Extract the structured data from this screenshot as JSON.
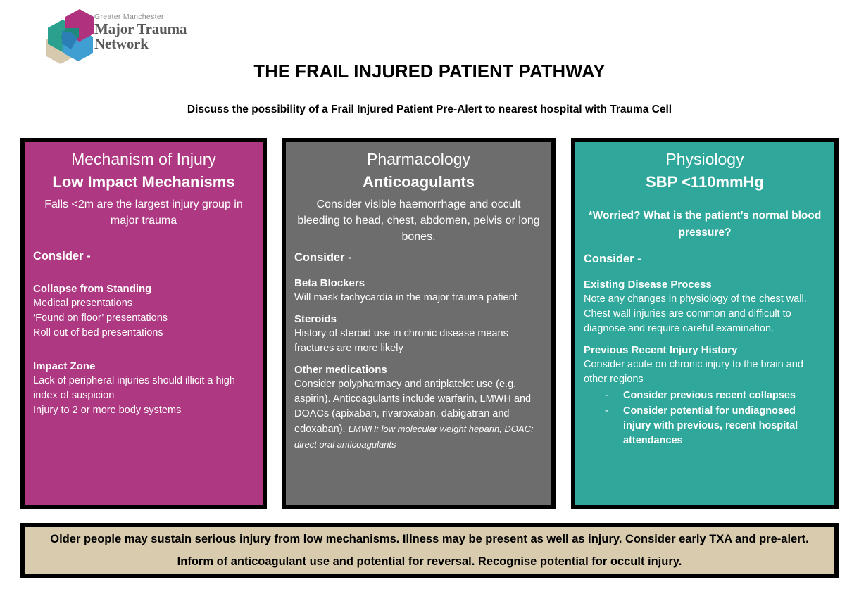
{
  "logo": {
    "small_line": "Greater Manchester",
    "big_line_1": "Major Trauma",
    "big_line_2": "Network",
    "colors": {
      "magenta": "#b0327e",
      "teal": "#2ba08f",
      "beige": "#d6c9ad",
      "blue": "#3f9fd2"
    }
  },
  "header": {
    "title": "THE FRAIL INJURED PATIENT PATHWAY",
    "subtitle": "Discuss the possibility of a Frail Injured Patient Pre-Alert to nearest hospital with Trauma Cell"
  },
  "columns": [
    {
      "id": "mechanism-of-injury",
      "accent": "#ae3881",
      "title": "Mechanism of Injury",
      "subtitle": "Low Impact Mechanisms",
      "lede": "Falls <2m are the largest injury group in major trauma",
      "lede_bold": false,
      "consider_label": "Consider -",
      "blocks": [
        {
          "heading": "Collapse from Standing",
          "body": "Medical presentations\n‘Found on floor’ presentations\nRoll out of bed presentations"
        },
        {
          "heading": "Impact Zone",
          "body": "Lack of peripheral injuries should illicit a high index of suspicion\nInjury to 2 or more body systems"
        }
      ],
      "bullets": []
    },
    {
      "id": "pharmacology",
      "accent": "#6d6d6d",
      "title": "Pharmacology",
      "subtitle": "Anticoagulants",
      "lede": "Consider visible haemorrhage and occult bleeding to head, chest, abdomen, pelvis or long bones.",
      "lede_bold": false,
      "consider_label": "Consider -",
      "blocks": [
        {
          "heading": "Beta Blockers",
          "body": "Will mask tachycardia in the major trauma patient"
        },
        {
          "heading": "Steroids",
          "body": "History of steroid use in chronic disease means fractures are more likely"
        },
        {
          "heading": "Other medications",
          "body": "Consider polypharmacy and antiplatelet use (e.g. aspirin). Anticoagulants include warfarin, LMWH and DOACs (apixaban, rivaroxaban, dabigatran and edoxaban). ",
          "body_italic": "LMWH: low molecular weight heparin, DOAC: direct oral anticoagulants"
        }
      ],
      "bullets": []
    },
    {
      "id": "physiology",
      "accent": "#2fa79b",
      "title": "Physiology",
      "subtitle": "SBP <110mmHg",
      "lede": "*Worried? What is the patient’s normal blood pressure?",
      "lede_bold": true,
      "consider_label": "Consider -",
      "blocks": [
        {
          "heading": "Existing Disease Process",
          "body": "Note any changes in physiology of the chest wall. Chest wall injuries are common and difficult to diagnose and require careful examination."
        },
        {
          "heading": "Previous Recent Injury History",
          "body": "Consider acute on chronic injury to the brain and other regions"
        }
      ],
      "bullets": [
        {
          "dash": "-",
          "text": "Consider previous recent collapses"
        },
        {
          "dash": "-",
          "text": "Consider potential for undiagnosed injury with previous, recent hospital attendances"
        }
      ]
    }
  ],
  "footer": {
    "text": "Older people may sustain serious injury from low mechanisms. Illness may be present as well as injury. Consider early TXA and pre-alert. Inform of anticoagulant use and potential for reversal. Recognise potential for occult injury.",
    "background": "#d9ccae"
  }
}
